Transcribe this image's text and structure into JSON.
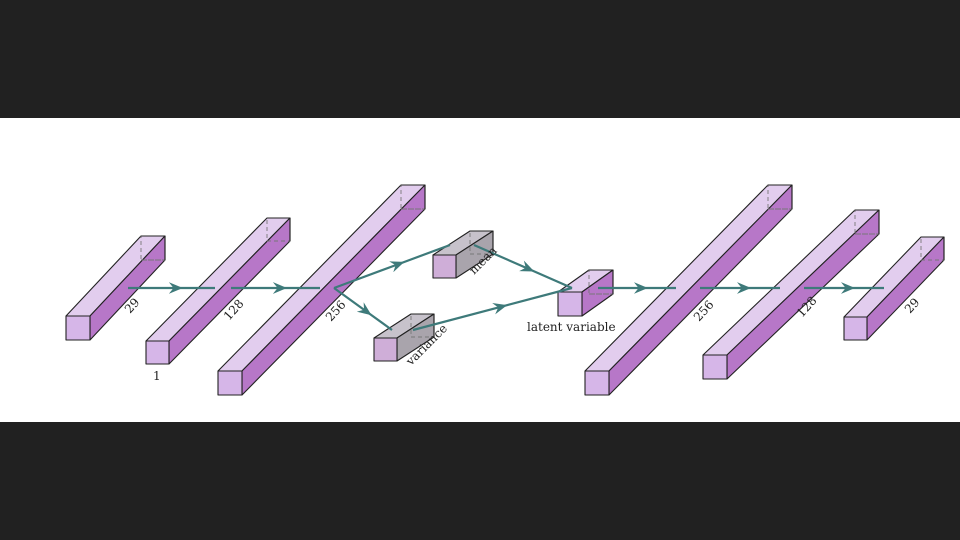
{
  "colors": {
    "background": "#212121",
    "canvas": "#ffffff",
    "layer_front": "#d6b6e8",
    "layer_top": "#e2cdee",
    "layer_side": "#b777c8",
    "stat_front": "#cfaed8",
    "stat_top": "#c7c2cb",
    "stat_side": "#a9a4ac",
    "edge": "#222222",
    "arrow": "#3e7a7a"
  },
  "diagram": {
    "layers": [
      {
        "id": "enc-29",
        "label": "29"
      },
      {
        "id": "enc-128",
        "label": "128"
      },
      {
        "id": "enc-256",
        "label": "256"
      },
      {
        "id": "mean",
        "label": "mean"
      },
      {
        "id": "variance",
        "label": "variance"
      },
      {
        "id": "latent",
        "label": "latent variable"
      },
      {
        "id": "dec-256",
        "label": "256"
      },
      {
        "id": "dec-128",
        "label": "128"
      },
      {
        "id": "dec-29",
        "label": "29"
      }
    ],
    "depth_label": "1"
  }
}
